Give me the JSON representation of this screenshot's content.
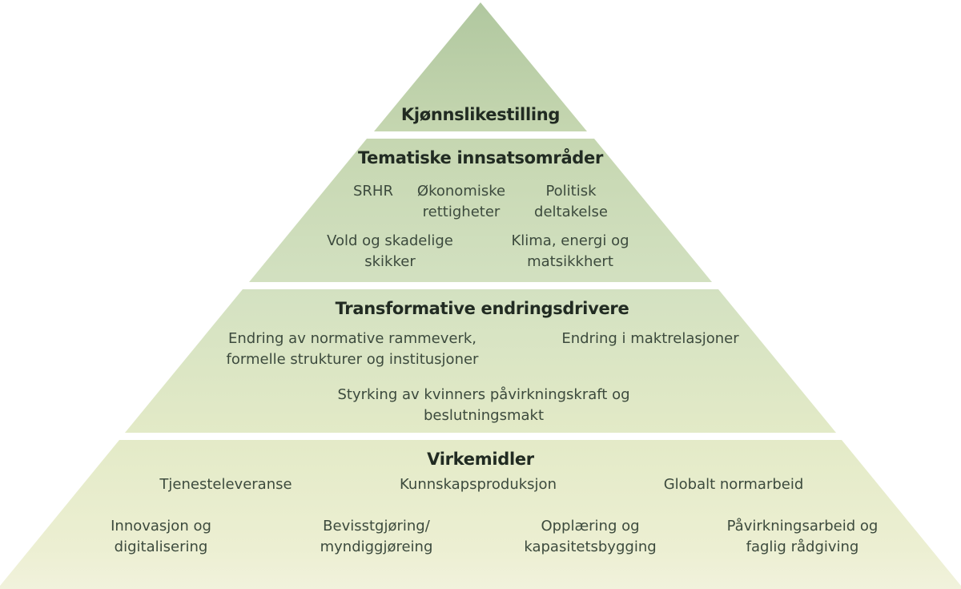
{
  "diagram": {
    "type": "pyramid",
    "levels": [
      {
        "title": "Kjønnslikestilling",
        "items": []
      },
      {
        "title": "Tematiske innsatsområder",
        "items": [
          "SRHR",
          "Økonomiske rettigheter",
          "Politisk deltakelse",
          "Vold og skadelige skikker",
          "Klima, energi og matsikkhert"
        ]
      },
      {
        "title": "Transformative endringsdrivere",
        "items": [
          "Endring av normative rammeverk, formelle strukturer og institusjoner",
          "Endring i maktrelasjoner",
          "Styrking av kvinners påvirkningskraft og beslutningsmakt"
        ]
      },
      {
        "title": "Virkemidler",
        "items": [
          "Tjenesteleveranse",
          "Kunnskapsproduksjon",
          "Globalt normarbeid",
          "Innovasjon og digitalisering",
          "Bevisstgjøring/ myndiggjøreing",
          "Opplæring og kapasitetsbygging",
          "Påvirkningsarbeid og faglig rådgiving"
        ]
      }
    ],
    "illustrations": [
      {
        "name": "woman-with-megaphone",
        "position": "left"
      },
      {
        "name": "girl-with-braids",
        "position": "right"
      }
    ],
    "palette": {
      "figure_green_light": "#8fc377",
      "figure_green_dark": "#2e6d33",
      "pyramid_top": "#b0c79f",
      "pyramid_bottom": "#f1f2dc",
      "heading_text": "#212b22",
      "item_text": "#3c4a3d",
      "background": "#ffffff"
    }
  }
}
